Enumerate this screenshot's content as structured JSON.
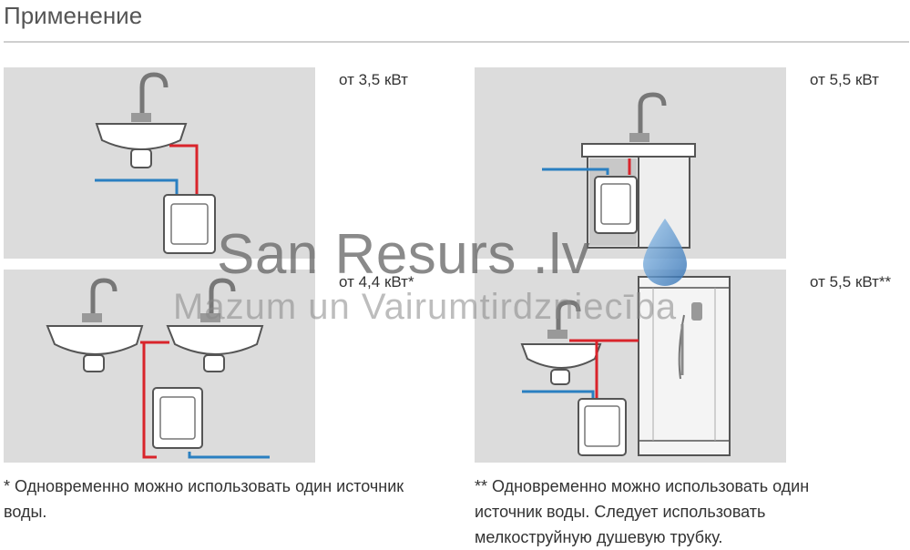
{
  "page": {
    "title": "Применение"
  },
  "panels": [
    {
      "power": "от 3,5 кВт"
    },
    {
      "power": "от 5,5 кВт"
    },
    {
      "power": "от 4,4 кВт*"
    },
    {
      "power": "от 5,5 кВт**"
    }
  ],
  "notes": {
    "single": "* Одновременно можно использовать один источник воды.",
    "double_line1": "** Одновременно можно использовать один",
    "double_line2": "источник воды. Следует использовать",
    "double_line3": "мелкоструйную душевую трубку."
  },
  "watermark": {
    "title": "San Resurs .lv",
    "subtitle": "Mazum un Vairumtirdzniecība"
  },
  "colors": {
    "hot_pipe": "#d9242b",
    "cold_pipe": "#2a7fc1",
    "panel_bg": "#dcdcdc",
    "drop": "#5b9bd5"
  },
  "icons": [
    "sink-icon",
    "faucet-icon",
    "water-heater-icon",
    "cabinet-icon",
    "shower-cabin-icon",
    "water-drop-icon"
  ]
}
